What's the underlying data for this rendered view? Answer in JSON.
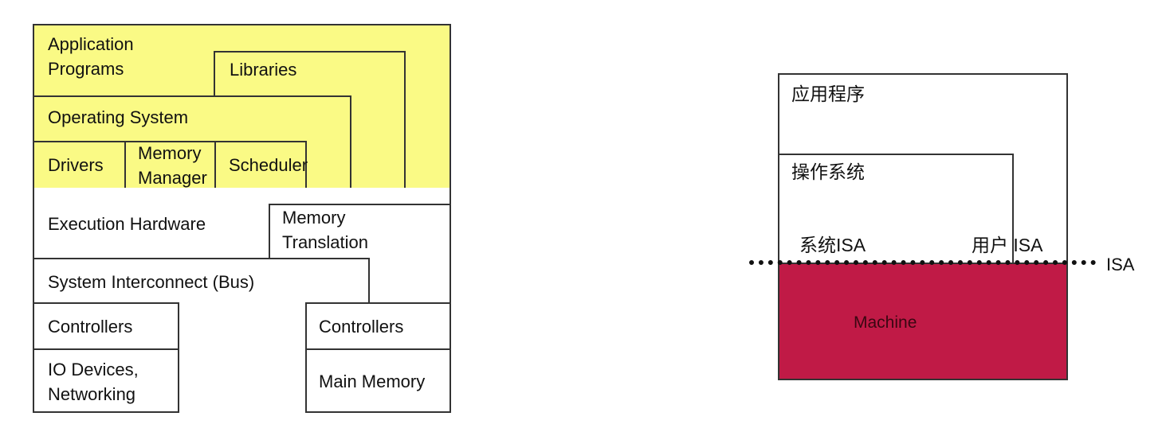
{
  "left_diagram": {
    "application_programs": "Application\nPrograms",
    "libraries": "Libraries",
    "operating_system": "Operating System",
    "drivers": "Drivers",
    "memory_manager": "Memory\nManager",
    "scheduler": "Scheduler",
    "execution_hardware": "Execution Hardware",
    "memory_translation": "Memory\nTranslation",
    "system_interconnect": "System Interconnect (Bus)",
    "controllers_left": "Controllers",
    "io_devices": "IO Devices,\nNetworking",
    "controllers_right": "Controllers",
    "main_memory": "Main Memory",
    "colors": {
      "software_fill": "#fafa85",
      "hardware_fill": "#ffffff"
    }
  },
  "right_diagram": {
    "applications": "应用程序",
    "operating_system": "操作系统",
    "system_isa": "系统ISA",
    "user_isa": "用户 ISA",
    "isa": "ISA",
    "machine": "Machine",
    "colors": {
      "machine_fill": "#c01a46"
    }
  }
}
